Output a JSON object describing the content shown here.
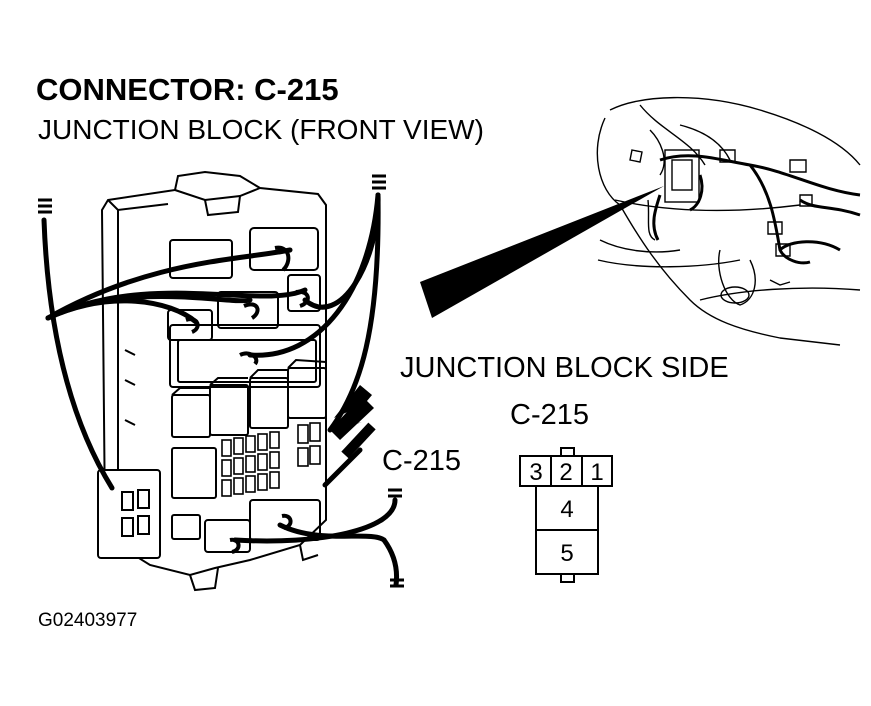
{
  "diagram": {
    "title": "CONNECTOR: C-215",
    "subtitle": "JUNCTION BLOCK (FRONT VIEW)",
    "connector_view_heading": "JUNCTION BLOCK SIDE",
    "connector_name": "C-215",
    "arrow_callout": "C-215",
    "figure_id": "G02403977"
  },
  "connector_face": {
    "pins": [
      "3",
      "2",
      "1",
      "4",
      "5"
    ]
  },
  "colors": {
    "line": "#000000",
    "background": "#ffffff"
  }
}
